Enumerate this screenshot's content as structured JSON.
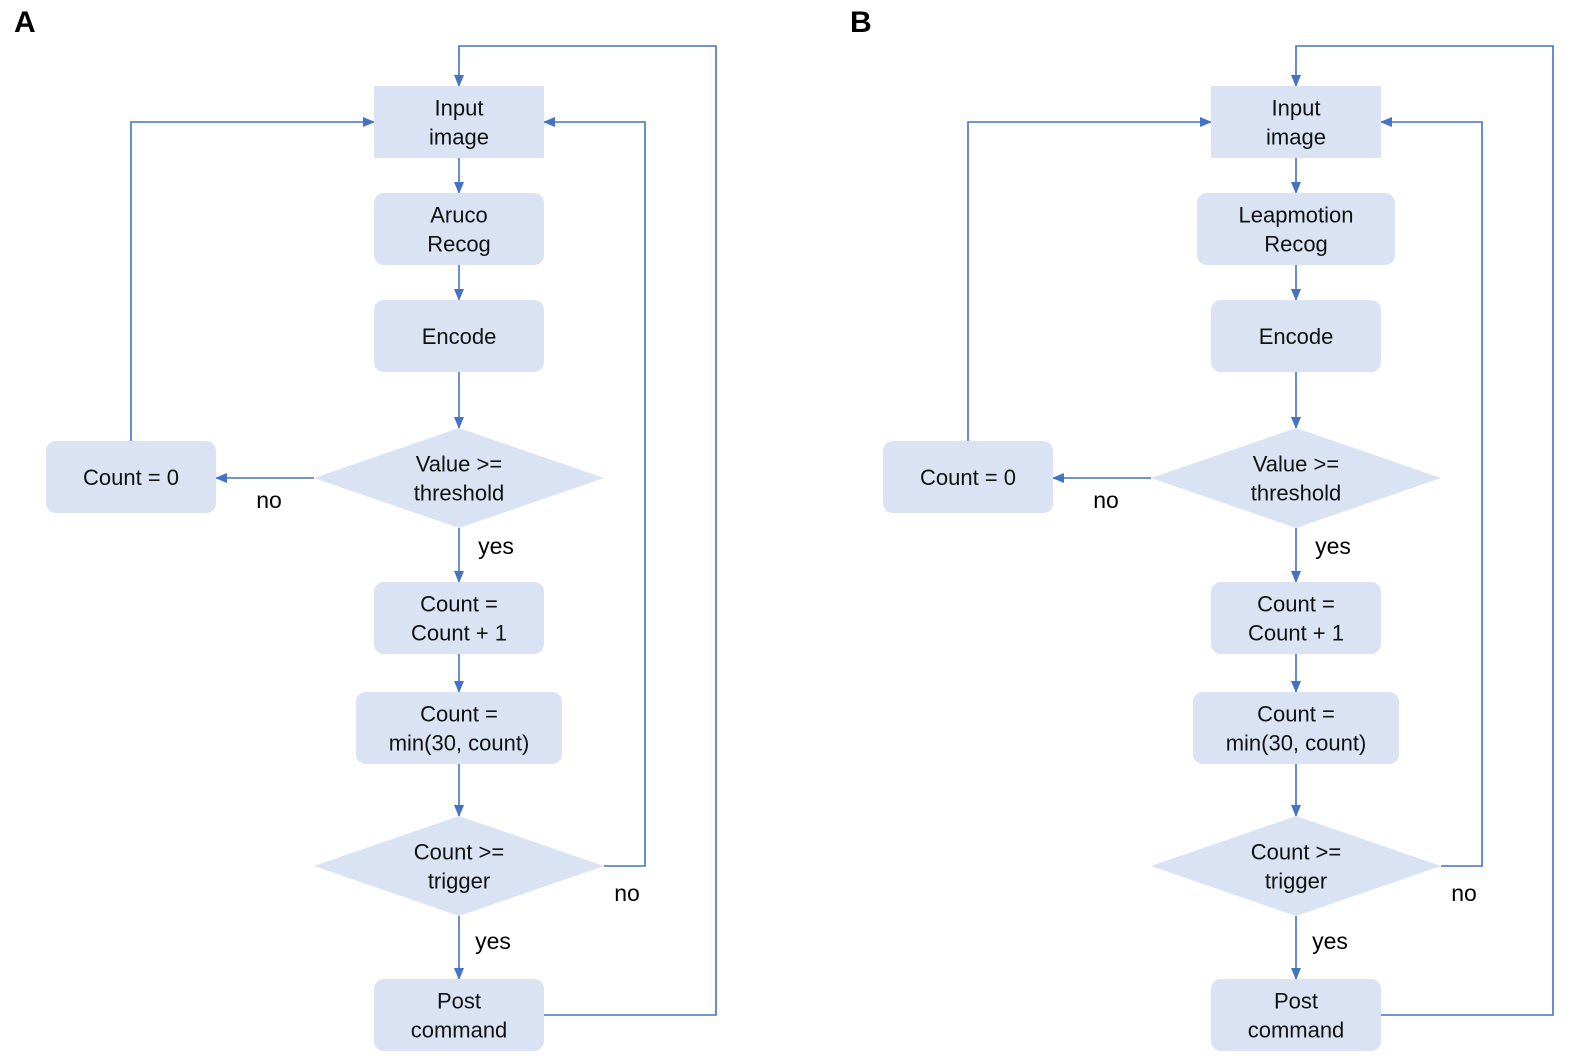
{
  "colors": {
    "node_fill": "#DAE3F3",
    "edge_stroke": "#4472C4",
    "text": "#111111",
    "background": "#FFFFFF"
  },
  "panels": [
    {
      "id": "A",
      "label": "A",
      "nodes": {
        "input": [
          "Input",
          "image"
        ],
        "recog": [
          "Aruco",
          "Recog"
        ],
        "encode": [
          "Encode"
        ],
        "decision_value": [
          "Value >=",
          "threshold"
        ],
        "reset": [
          "Count = 0"
        ],
        "increment": [
          "Count =",
          "Count + 1"
        ],
        "clamp": [
          "Count =",
          "min(30, count)"
        ],
        "decision_trigger": [
          "Count >=",
          "trigger"
        ],
        "post": [
          "Post",
          "command"
        ]
      },
      "edge_labels": {
        "value_no": "no",
        "value_yes": "yes",
        "trigger_no": "no",
        "trigger_yes": "yes"
      }
    },
    {
      "id": "B",
      "label": "B",
      "nodes": {
        "input": [
          "Input",
          "image"
        ],
        "recog": [
          "Leapmotion",
          "Recog"
        ],
        "encode": [
          "Encode"
        ],
        "decision_value": [
          "Value >=",
          "threshold"
        ],
        "reset": [
          "Count = 0"
        ],
        "increment": [
          "Count =",
          "Count + 1"
        ],
        "clamp": [
          "Count =",
          "min(30, count)"
        ],
        "decision_trigger": [
          "Count >=",
          "trigger"
        ],
        "post": [
          "Post",
          "command"
        ]
      },
      "edge_labels": {
        "value_no": "no",
        "value_yes": "yes",
        "trigger_no": "no",
        "trigger_yes": "yes"
      }
    }
  ]
}
